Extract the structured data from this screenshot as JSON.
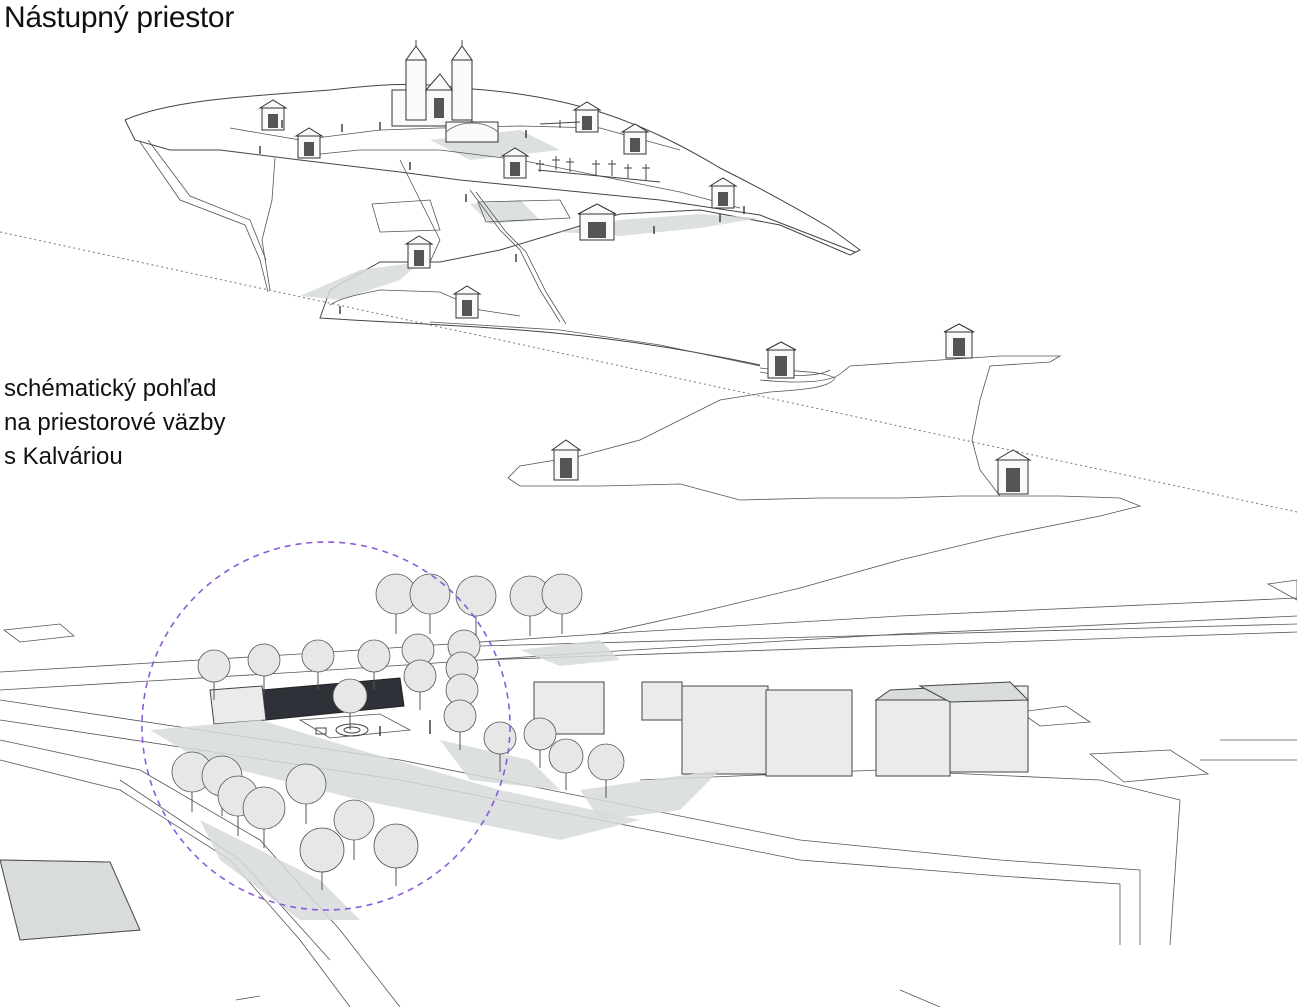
{
  "title": "Nástupný priestor",
  "caption": {
    "line1": "schématický pohľad",
    "line2": "na priestorové väzby",
    "line3": "s Kalváriou"
  },
  "colors": {
    "highlight_circle": "#8a5cd8",
    "shadow": "#d6dbda",
    "line": "#444444",
    "dark_building": "#2e3138"
  },
  "elements": {
    "church": "church-icon",
    "chapels": "chapel-icon",
    "trees": "tree-icon",
    "highlight": "dashed-circle"
  }
}
